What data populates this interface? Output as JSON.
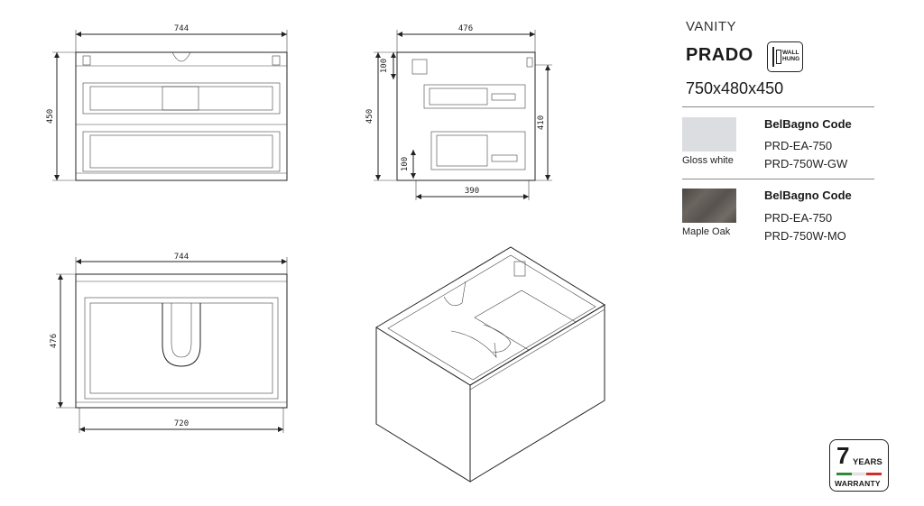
{
  "drawing": {
    "front_width": "744",
    "front_height": "450",
    "side_depth": "476",
    "side_height": "450",
    "side_inner_height": "410",
    "side_drawer_top": "100",
    "side_drawer_bottom": "100",
    "side_inner_depth": "390",
    "top_width": "744",
    "top_depth": "476",
    "top_inner_width": "720"
  },
  "product": {
    "category": "VANITY",
    "name": "PRADO",
    "mount_badge_line1": "WALL",
    "mount_badge_line2": "HUNG",
    "dimensions": "750x480x450",
    "mount_icon": "wall-hung-icon"
  },
  "finishes": [
    {
      "name": "Gloss white",
      "code_label": "BelBagno Code",
      "code1": "PRD-EA-750",
      "code2": "PRD-750W-GW",
      "color": "#dcdde1"
    },
    {
      "name": "Maple Oak",
      "code_label": "BelBagno Code",
      "code1": "PRD-EA-750",
      "code2": "PRD-750W-MO",
      "color": "#55524e"
    }
  ],
  "warranty": {
    "years": "7",
    "years_label": "YEARS",
    "label": "WARRANTY",
    "flag_colors": [
      "#2e8b3d",
      "#ffffff",
      "#d42a2a"
    ]
  }
}
